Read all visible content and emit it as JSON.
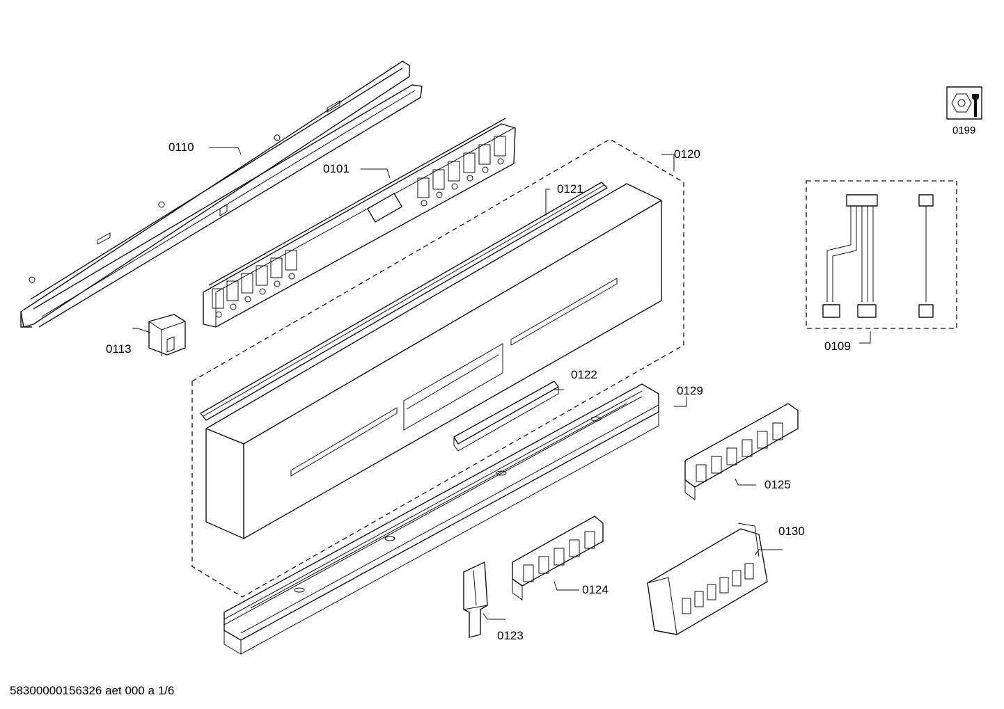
{
  "labels": {
    "p0110": "0110",
    "p0101": "0101",
    "p0120": "0120",
    "p0121": "0121",
    "p0113": "0113",
    "p0122": "0122",
    "p0129": "0129",
    "p0125": "0125",
    "p0130": "0130",
    "p0124": "0124",
    "p0123": "0123",
    "p0109": "0109",
    "p0199": "0199"
  },
  "footer": {
    "doc_id": "58300000156326 aet 000 a 1/6"
  }
}
